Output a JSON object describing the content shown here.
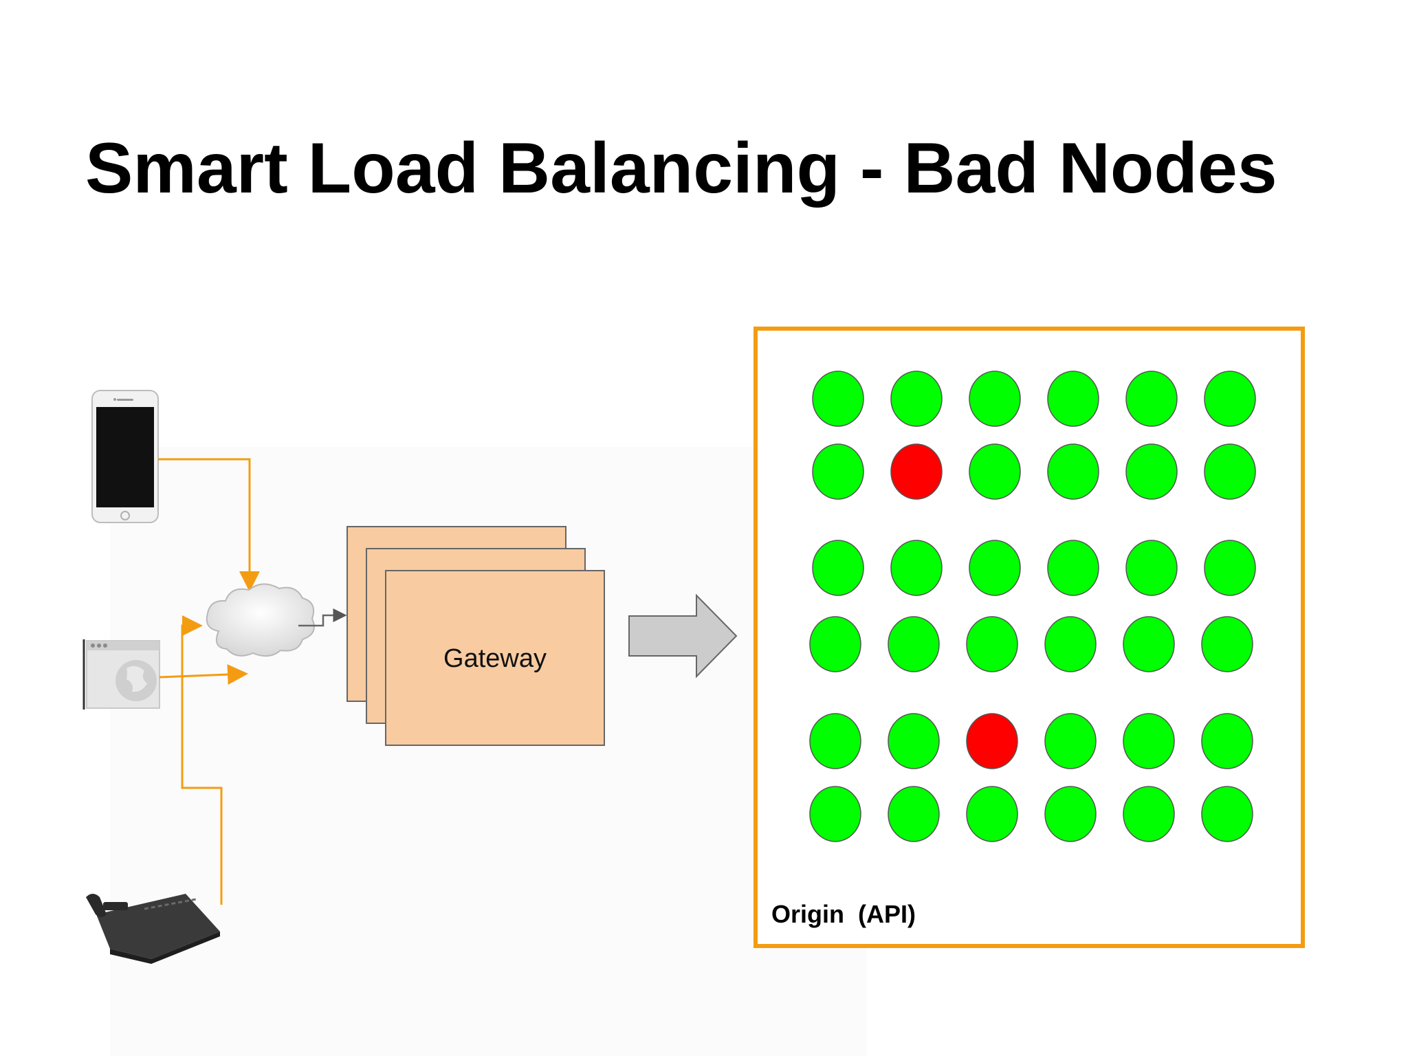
{
  "slide": {
    "title": "Smart Load Balancing - Bad Nodes"
  },
  "gateway": {
    "label": "Gateway",
    "fill": "#f8cba0",
    "stroke": "#666666"
  },
  "origin": {
    "label": "Origin  (API)",
    "border": "#f39c12"
  },
  "clients": [
    {
      "name": "phone-icon"
    },
    {
      "name": "browser-icon"
    },
    {
      "name": "settop-box-icon"
    }
  ],
  "colors": {
    "connector": "#f39c12",
    "healthy": "#00ff00",
    "bad": "#ff0000",
    "arrow": "#cccccc"
  },
  "nodes": {
    "rows": [
      [
        "healthy",
        "healthy",
        "healthy",
        "healthy",
        "healthy",
        "healthy"
      ],
      [
        "healthy",
        "bad",
        "healthy",
        "healthy",
        "healthy",
        "healthy"
      ],
      [
        "healthy",
        "healthy",
        "healthy",
        "healthy",
        "healthy",
        "healthy"
      ],
      [
        "healthy",
        "healthy",
        "healthy",
        "healthy",
        "healthy",
        "healthy"
      ],
      [
        "healthy",
        "healthy",
        "bad",
        "healthy",
        "healthy",
        "healthy"
      ],
      [
        "healthy",
        "healthy",
        "healthy",
        "healthy",
        "healthy",
        "healthy"
      ]
    ]
  }
}
